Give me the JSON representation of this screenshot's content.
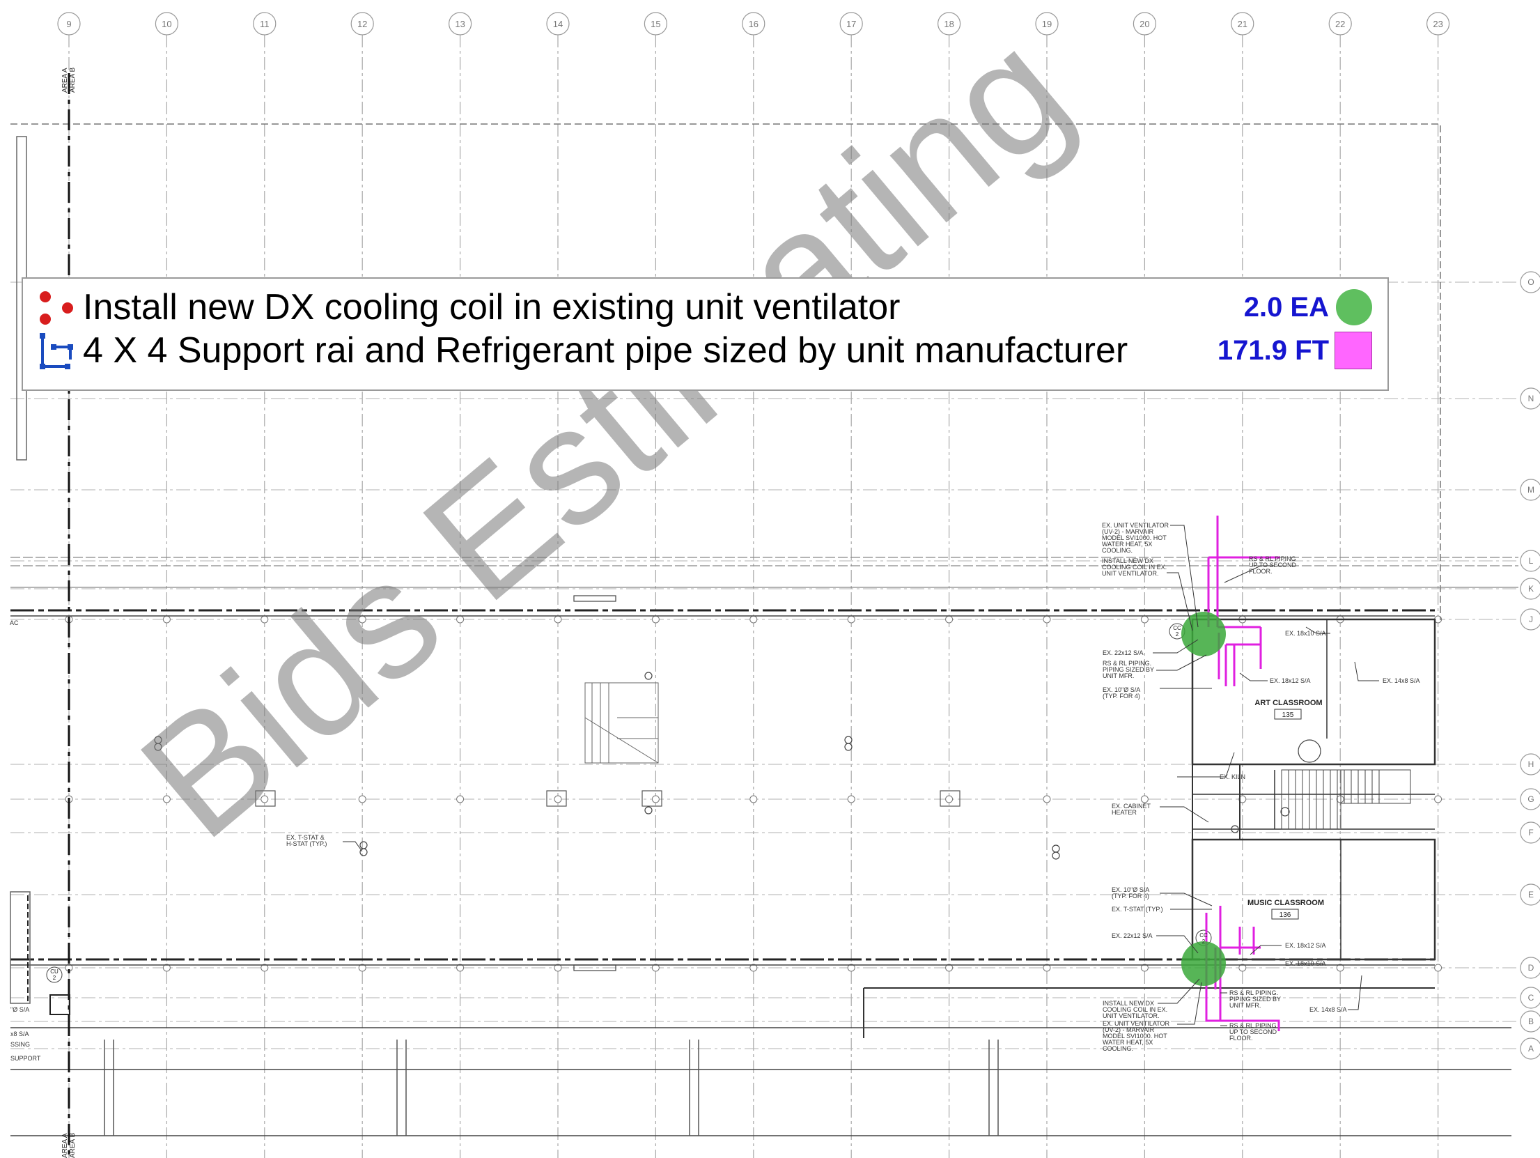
{
  "drawing": {
    "column_grid_labels": [
      "9",
      "10",
      "11",
      "12",
      "13",
      "14",
      "15",
      "16",
      "17",
      "18",
      "19",
      "20",
      "21",
      "22",
      "23"
    ],
    "row_grid_labels": [
      "O",
      "N",
      "M",
      "L",
      "K",
      "J",
      "H",
      "G",
      "F",
      "E",
      "D",
      "C",
      "B",
      "A"
    ],
    "area_label_top": "AREA A\nAREA B",
    "area_label_bottom": "AREA A\nAREA B",
    "rooms": [
      {
        "name": "ART CLASSROOM",
        "number": "135"
      },
      {
        "name": "MUSIC CLASSROOM",
        "number": "136"
      }
    ],
    "notes": {
      "top_uv": [
        "EX. UNIT VENTILATOR",
        "(UV-2) - MARVAIR",
        "MODEL SVI1000. HOT",
        "WATER HEAT, 5X",
        "COOLING."
      ],
      "top_coil": [
        "INSTALL NEW DX",
        "COOLING COIL IN EX.",
        "UNIT VENTILATOR."
      ],
      "top_rs": [
        "RS & RL PIPING",
        "UP TO SECOND",
        "FLOOR."
      ],
      "top_22x12": [
        "EX. 22x12 S/A"
      ],
      "top_piping": [
        "RS & RL PIPING.",
        "PIPING SIZED BY",
        "UNIT MFR."
      ],
      "top_10": [
        "EX. 10\"Ø S/A",
        "(TYP. FOR 4)"
      ],
      "top_18x10": [
        "EX. 18x10 S/A"
      ],
      "top_18x12": [
        "EX. 18x12 S/A"
      ],
      "top_14x8": [
        "EX. 14x8 S/A"
      ],
      "kiln": [
        "EX. KILN"
      ],
      "cabinet": [
        "EX. CABINET",
        "HEATER"
      ],
      "tstat": [
        "EX. T-STAT &",
        "H-STAT (TYP.)"
      ],
      "bot_10": [
        "EX. 10\"Ø S/A",
        "(TYP. FOR 4)"
      ],
      "bot_tstat": [
        "EX. T-STAT (TYP.)"
      ],
      "bot_22x12": [
        "EX. 22x12 S/A"
      ],
      "bot_18x12": [
        "EX. 18x12 S/A"
      ],
      "bot_18x10": [
        "EX. 18x10 S/A"
      ],
      "bot_14x8": [
        "EX. 14x8 S/A"
      ],
      "bot_coil": [
        "INSTALL NEW DX",
        "COOLING COIL IN EX.",
        "UNIT VENTILATOR."
      ],
      "bot_uv": [
        "EX. UNIT VENTILATOR",
        "(UV-2) - MARVAIR",
        "MODEL SVI1000. HOT",
        "WATER HEAT, 5X",
        "COOLING."
      ],
      "bot_piping": [
        "RS & RL PIPING.",
        "PIPING SIZED BY",
        "UNIT MFR."
      ],
      "bot_rs": [
        "RS & RL PIPING",
        "UP TO SECOND",
        "FLOOR."
      ],
      "left_sa": [
        "\"Ø S/A"
      ],
      "left_8": [
        "x8 S/A"
      ],
      "left_sing": [
        "SSING"
      ],
      "left_support": [
        "SUPPORT"
      ],
      "left_ac": [
        "AC"
      ],
      "cc_tag": "CC",
      "cc_num": "2",
      "cu_tag": "CU",
      "cu_num": "2"
    }
  },
  "legend": {
    "items": [
      {
        "text": "Install new DX cooling coil in existing unit ventilator",
        "quantity": "2.0 EA",
        "icon": "red-dots-icon",
        "swatch": "green-circle",
        "quantity_color": "#1515d0",
        "swatch_color": "#5fbf5f"
      },
      {
        "text": "4 X 4 Support rai and Refrigerant pipe sized by unit  manufacturer",
        "quantity": "171.9 FT",
        "icon": "blue-pipe-run-icon",
        "swatch": "magenta-square",
        "quantity_color": "#1515d0",
        "swatch_color": "#ff66ff"
      }
    ]
  },
  "watermark": {
    "text": "Bids Estimating"
  },
  "colors": {
    "pipe": "#e020e0",
    "coil_marker": "#3aa83a",
    "grid": "#9a9a9a",
    "wall": "#333333"
  }
}
